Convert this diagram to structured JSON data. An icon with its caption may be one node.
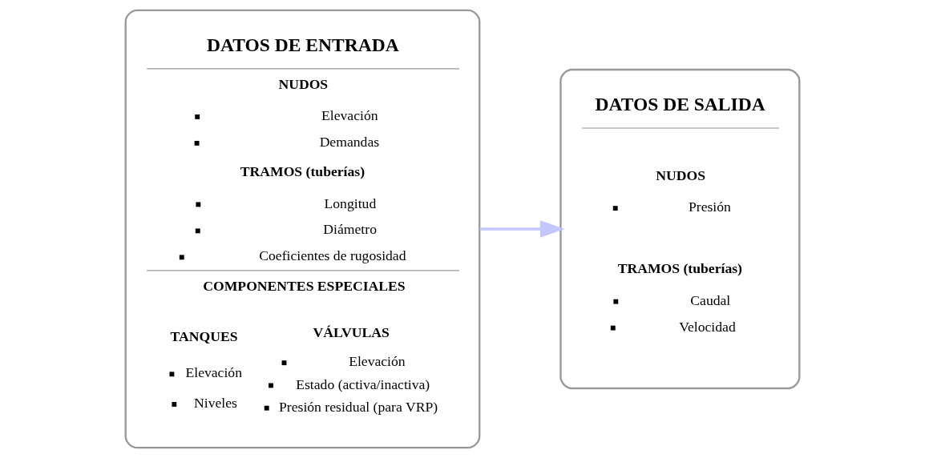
{
  "diagram": {
    "nodes": [
      {
        "text": [
          "DATOS DE ENTRADA",
          "NUDOS",
          "Elevación",
          "Demandas",
          "TRAMOS (tuberías)",
          "Longitud",
          "Diámetro",
          "Coeficientes de rugosidad",
          "COMPONENTES ESPECIALES",
          "TANQUES",
          "Elevación",
          "Niveles",
          "VÁLVULAS",
          "Elevación",
          "Estado (activa/inactiva)",
          "Presión residual (para VRP)"
        ]
      },
      {
        "text": [
          "DATOS DE SALIDA",
          "NUDOS",
          "Presión",
          "TRAMOS (tuberías)",
          "Caudal",
          "Velocidad"
        ]
      }
    ],
    "edges": [
      {
        "from": 0,
        "to": 1,
        "arrow": "to",
        "color": "#c3c6ff"
      }
    ]
  }
}
